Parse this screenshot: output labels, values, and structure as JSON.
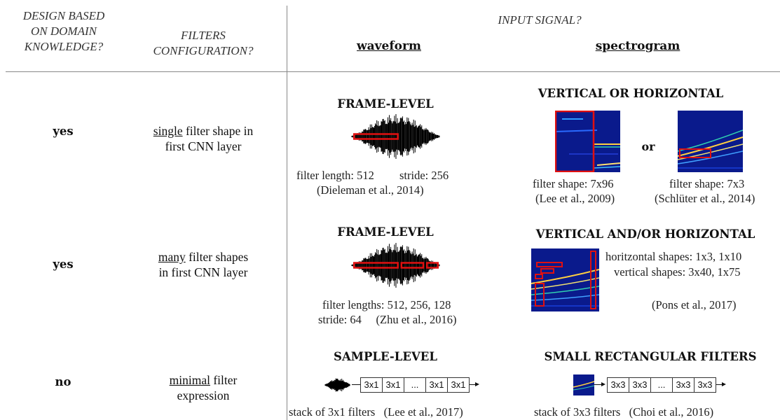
{
  "headers": {
    "col1": "DESIGN BASED\nON DOMAIN\nKNOWLEDGE?",
    "col2": "FILTERS\nCONFIGURATION?",
    "input_signal": "INPUT SIGNAL?",
    "waveform": "waveform",
    "spectrogram": "spectrogram"
  },
  "rows": [
    {
      "domain": "yes",
      "config_underlined": "single",
      "config_rest_line1": " filter shape in",
      "config_line2": "first CNN layer",
      "wave_title": "FRAME-LEVEL",
      "wave_note_a": "filter length: 512",
      "wave_note_b": "stride: 256",
      "wave_ref": "(Dieleman et al., 2014)",
      "spec_title": "VERTICAL OR HORIZONTAL",
      "spec_or": "or",
      "spec_note1": "filter shape: 7x96",
      "spec_ref1": "(Lee et al., 2009)",
      "spec_note2": "filter shape: 7x3",
      "spec_ref2": "(Schlüter et al., 2014)"
    },
    {
      "domain": "yes",
      "config_underlined": "many",
      "config_rest_line1": " filter shapes",
      "config_line2": "in first CNN layer",
      "wave_title": "FRAME-LEVEL",
      "wave_note_a": "filter lengths: 512, 256, 128",
      "wave_note_b": "stride: 64     (Zhu et al., 2016)",
      "spec_title": "VERTICAL AND/OR HORIZONTAL",
      "spec_h": "horitzontal shapes: 1x3, 1x10",
      "spec_v": "vertical shapes: 3x40, 1x75",
      "spec_ref": "(Pons et al., 2017)"
    },
    {
      "domain": "no",
      "config_underlined": "minimal",
      "config_rest_line1": " filter",
      "config_line2": "expression",
      "wave_title": "SAMPLE-LEVEL",
      "wave_cells": [
        "3x1",
        "3x1",
        "...",
        "3x1",
        "3x1"
      ],
      "wave_note": "stack of 3x1 filters   (Lee et al., 2017)",
      "spec_title": "SMALL RECTANGULAR FILTERS",
      "spec_cells": [
        "3x3",
        "3x3",
        "...",
        "3x3",
        "3x3"
      ],
      "spec_note": "stack of 3x3 filters   (Choi et al., 2016)"
    }
  ],
  "colors": {
    "filter_red": "#e01010",
    "spectrogram_bg": "#0a1a8c",
    "waveform": "#000000"
  }
}
